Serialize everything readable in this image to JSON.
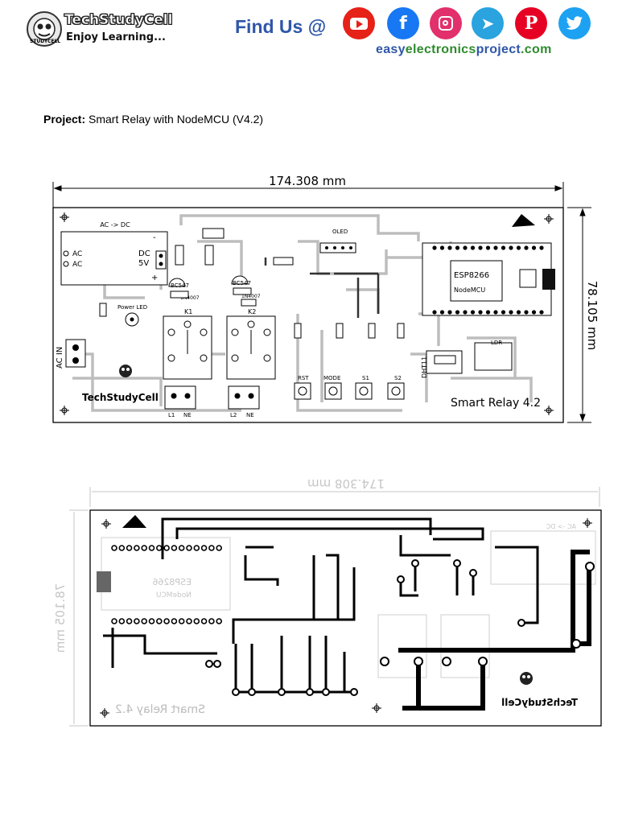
{
  "header": {
    "brand_name": "TechStudyCell",
    "tagline": "Enjoy Learning...",
    "logo_label": "STUDYCELL",
    "find_us": "Find Us @",
    "site": {
      "part1": "easy",
      "part2": "electronics",
      "part3": "project",
      "part4": ".com"
    },
    "social": [
      {
        "name": "youtube",
        "color": "#e62117",
        "glyph": "▶"
      },
      {
        "name": "facebook",
        "color": "#1877f2",
        "glyph": "f"
      },
      {
        "name": "instagram",
        "color": "#e1306c",
        "glyph": "◎"
      },
      {
        "name": "telegram",
        "color": "#2aa3df",
        "glyph": "➤"
      },
      {
        "name": "pinterest",
        "color": "#e60023",
        "glyph": "P"
      },
      {
        "name": "twitter",
        "color": "#1da1f2",
        "glyph": "🐦"
      }
    ]
  },
  "project": {
    "label": "Project:",
    "title": "Smart Relay with NodeMCU (V4.2)"
  },
  "top_pcb": {
    "width_dim": "174.308 mm",
    "height_dim": "78.105 mm",
    "ac_dc": "AC -> DC",
    "ac1": "AC",
    "ac2": "AC",
    "dc": "DC",
    "v5": "5V",
    "minus": "-",
    "plus": "+",
    "ac_in": "AC IN",
    "power_led": "Power LED",
    "k1": "K1",
    "k2": "K2",
    "bc547_1": "BC547",
    "bc547_2": "BC547",
    "diode1": "1N4007",
    "diode2": "1N4007",
    "techstudycell": "TechStudyCell",
    "l1": "L1",
    "ne1": "NE",
    "l2": "L2",
    "ne2": "NE",
    "esp": "ESP8266",
    "nodemcu": "NodeMCU",
    "oled": "OLED",
    "dht": "DHT11",
    "ldr": "LDR",
    "rst": "RST",
    "mode": "MODE",
    "s1": "S1",
    "s2": "S2",
    "smart_relay": "Smart Relay 4.2"
  },
  "bottom_pcb": {
    "width_dim": "174.308 mm",
    "height_dim": "78.105 mm",
    "smart_relay": "Smart Relay 4.2",
    "techstudycell": "TechStudyCell",
    "esp": "ESP8266",
    "nodemcu": "NodeMCU",
    "ac_dc": "AC -> DC"
  }
}
